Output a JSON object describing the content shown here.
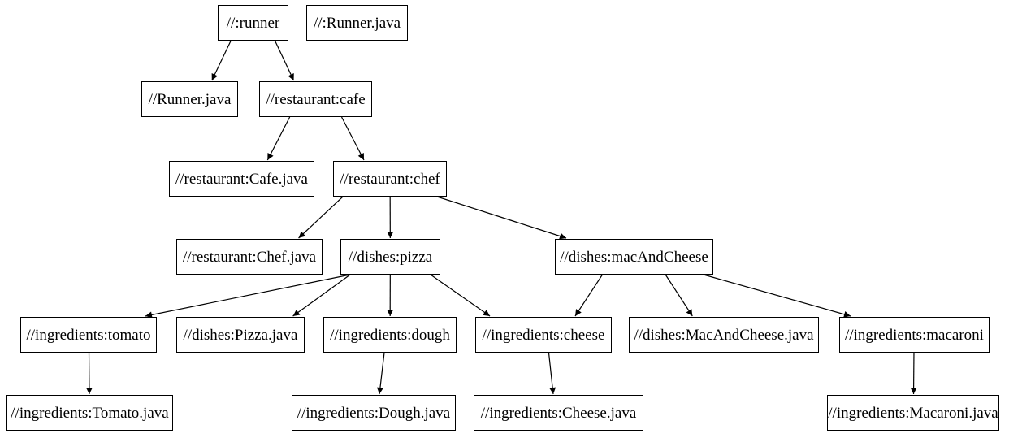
{
  "diagram": {
    "type": "dependency-graph",
    "style": "graphviz-digraph",
    "colors": {
      "background": "#ffffff",
      "node_fill": "#ffffff",
      "node_border": "#000000",
      "node_text": "#000000",
      "edge": "#000000"
    },
    "nodes": [
      {
        "id": "runner",
        "label": "//:runner"
      },
      {
        "id": "runner-java-target",
        "label": "//:Runner.java"
      },
      {
        "id": "runner-java",
        "label": "//Runner.java"
      },
      {
        "id": "cafe",
        "label": "//restaurant:cafe"
      },
      {
        "id": "cafe-java",
        "label": "//restaurant:Cafe.java"
      },
      {
        "id": "chef",
        "label": "//restaurant:chef"
      },
      {
        "id": "chef-java",
        "label": "//restaurant:Chef.java"
      },
      {
        "id": "pizza",
        "label": "//dishes:pizza"
      },
      {
        "id": "mac-and-cheese",
        "label": "//dishes:macAndCheese"
      },
      {
        "id": "tomato",
        "label": "//ingredients:tomato"
      },
      {
        "id": "pizza-java",
        "label": "//dishes:Pizza.java"
      },
      {
        "id": "dough",
        "label": "//ingredients:dough"
      },
      {
        "id": "cheese",
        "label": "//ingredients:cheese"
      },
      {
        "id": "mac-and-cheese-java",
        "label": "//dishes:MacAndCheese.java"
      },
      {
        "id": "macaroni",
        "label": "//ingredients:macaroni"
      },
      {
        "id": "tomato-java",
        "label": "//ingredients:Tomato.java"
      },
      {
        "id": "dough-java",
        "label": "//ingredients:Dough.java"
      },
      {
        "id": "cheese-java",
        "label": "//ingredients:Cheese.java"
      },
      {
        "id": "macaroni-java",
        "label": "//ingredients:Macaroni.java"
      }
    ],
    "edges": [
      {
        "from": "runner",
        "to": "runner-java"
      },
      {
        "from": "runner",
        "to": "cafe"
      },
      {
        "from": "cafe",
        "to": "cafe-java"
      },
      {
        "from": "cafe",
        "to": "chef"
      },
      {
        "from": "chef",
        "to": "chef-java"
      },
      {
        "from": "chef",
        "to": "pizza"
      },
      {
        "from": "chef",
        "to": "mac-and-cheese"
      },
      {
        "from": "pizza",
        "to": "tomato"
      },
      {
        "from": "pizza",
        "to": "pizza-java"
      },
      {
        "from": "pizza",
        "to": "dough"
      },
      {
        "from": "pizza",
        "to": "cheese"
      },
      {
        "from": "mac-and-cheese",
        "to": "cheese"
      },
      {
        "from": "mac-and-cheese",
        "to": "mac-and-cheese-java"
      },
      {
        "from": "mac-and-cheese",
        "to": "macaroni"
      },
      {
        "from": "tomato",
        "to": "tomato-java"
      },
      {
        "from": "dough",
        "to": "dough-java"
      },
      {
        "from": "cheese",
        "to": "cheese-java"
      },
      {
        "from": "macaroni",
        "to": "macaroni-java"
      }
    ]
  }
}
